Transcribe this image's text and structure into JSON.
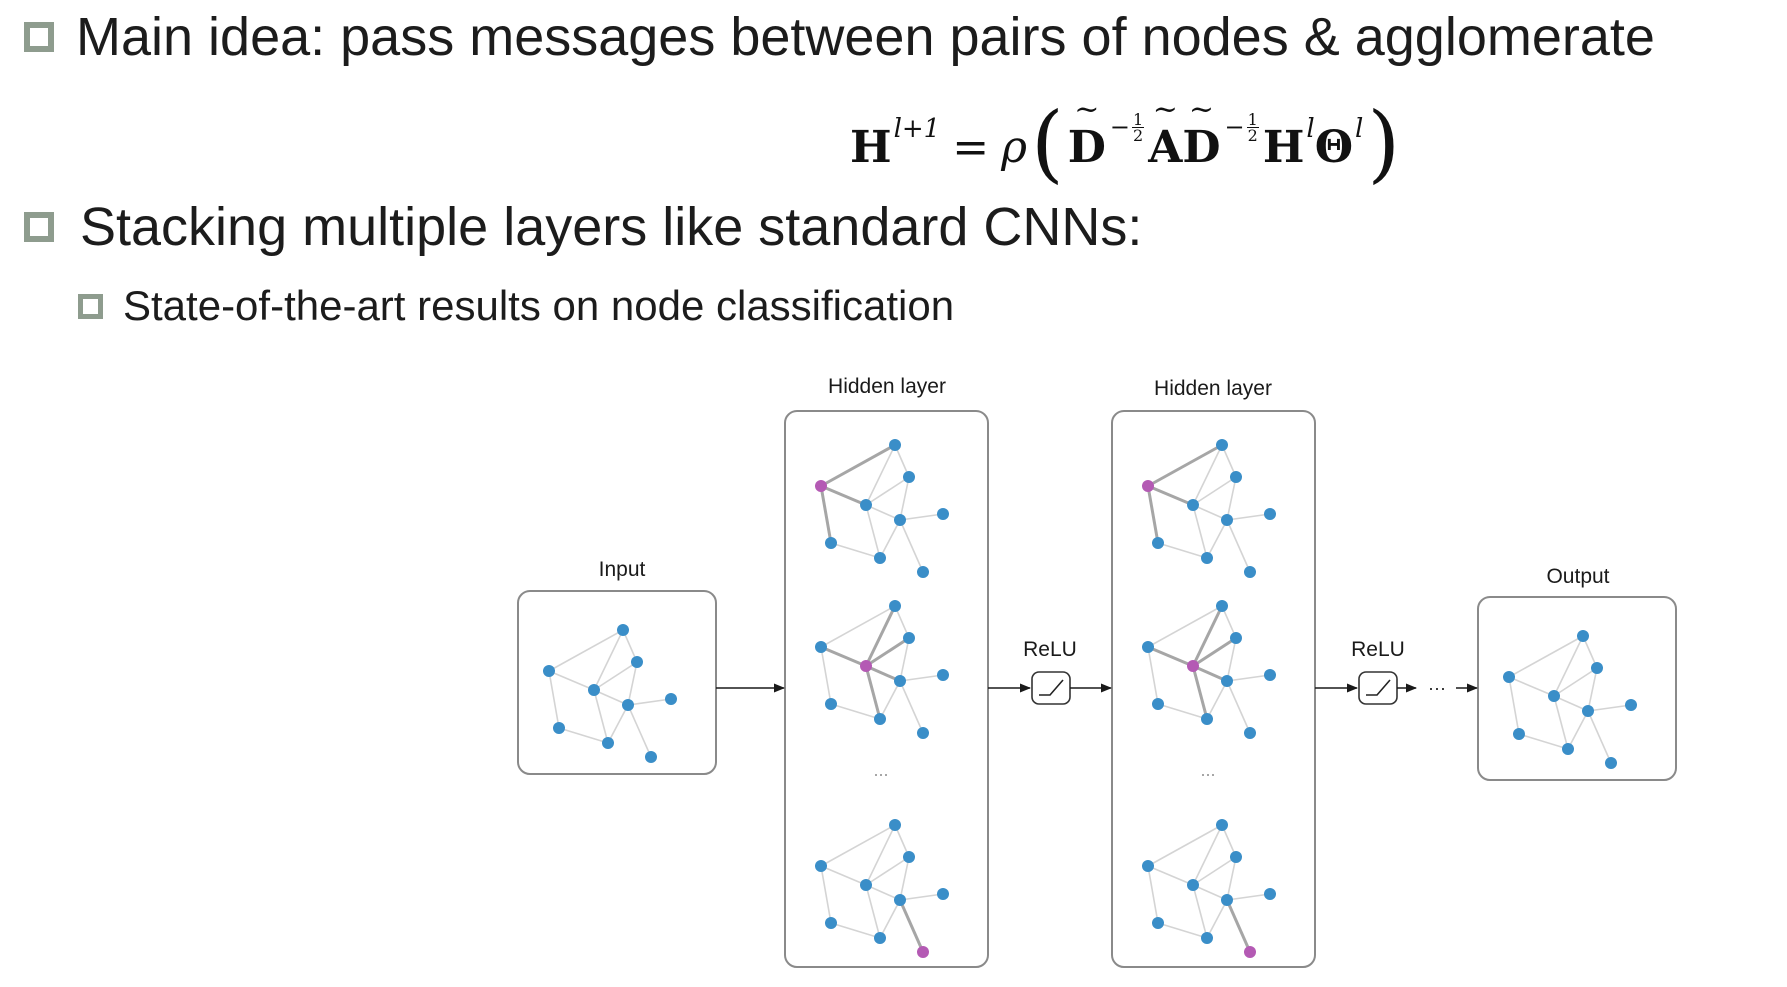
{
  "bullets": {
    "main_idea": "Main idea: pass messages between pairs of nodes & agglomerate",
    "stacking": "Stacking multiple layers like standard CNNs:",
    "sota": "State-of-the-art results on node classification"
  },
  "formula": {
    "lhs": "H",
    "lhs_sup": "l+1",
    "equals": "=",
    "activation": "ρ",
    "open_paren": "(",
    "close_paren": ")",
    "degree": "D",
    "adjacency": "A",
    "neg": "−",
    "half_num": "1",
    "half_den": "2",
    "hidden": "H",
    "hidden_sup": "l",
    "theta": "Θ",
    "theta_sup": "l"
  },
  "diagram": {
    "input_label": "Input",
    "hidden_label_1": "Hidden layer",
    "hidden_label_2": "Hidden layer",
    "output_label": "Output",
    "relu_label_1": "ReLU",
    "relu_label_2": "ReLU",
    "ellipsis": "...",
    "arrow_ellipsis": "···"
  },
  "colors": {
    "node": "#3a8ec8",
    "focus_node": "#b45ab4",
    "edge": "#d4d4d4",
    "message_edge": "#a6a6a6",
    "bullet_box": "#8e9c8e"
  }
}
